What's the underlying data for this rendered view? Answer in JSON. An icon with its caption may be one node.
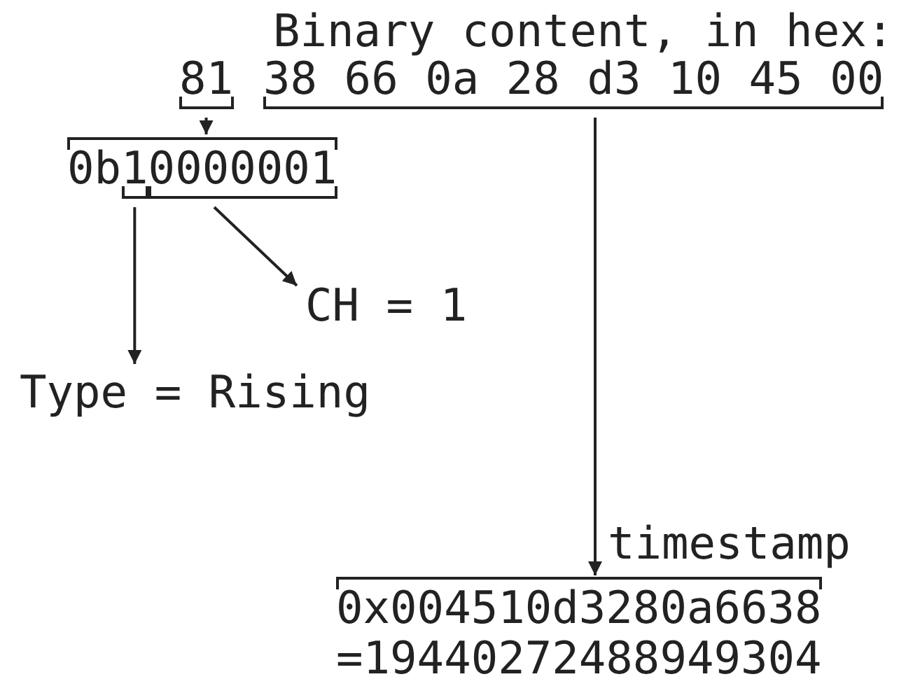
{
  "diagram": {
    "title": "Binary content, in hex:",
    "nodes": [
      {
        "text": [
          "81"
        ]
      },
      {
        "text": [
          "38 66 0a 28 d3 10 45 00"
        ]
      },
      {
        "text": [
          "0b"
        ]
      },
      {
        "text": [
          "1"
        ],
        "in": 2
      },
      {
        "text": [
          "0000001"
        ],
        "in": 2
      },
      {
        "text": [
          "CH = 1"
        ]
      },
      {
        "text": [
          "Type = Rising"
        ]
      },
      {
        "text": [
          "0x004510d3280a6638",
          "=19440272488949304"
        ],
        "beside": [
          "timestamp"
        ]
      }
    ],
    "edges": [
      {
        "from": 0,
        "to": 2,
        "arrow": "to"
      },
      {
        "from": 4,
        "to": 5,
        "arrow": "to"
      },
      {
        "from": 3,
        "to": 6,
        "arrow": "to"
      },
      {
        "from": 1,
        "to": 7,
        "arrow": "to"
      }
    ]
  }
}
